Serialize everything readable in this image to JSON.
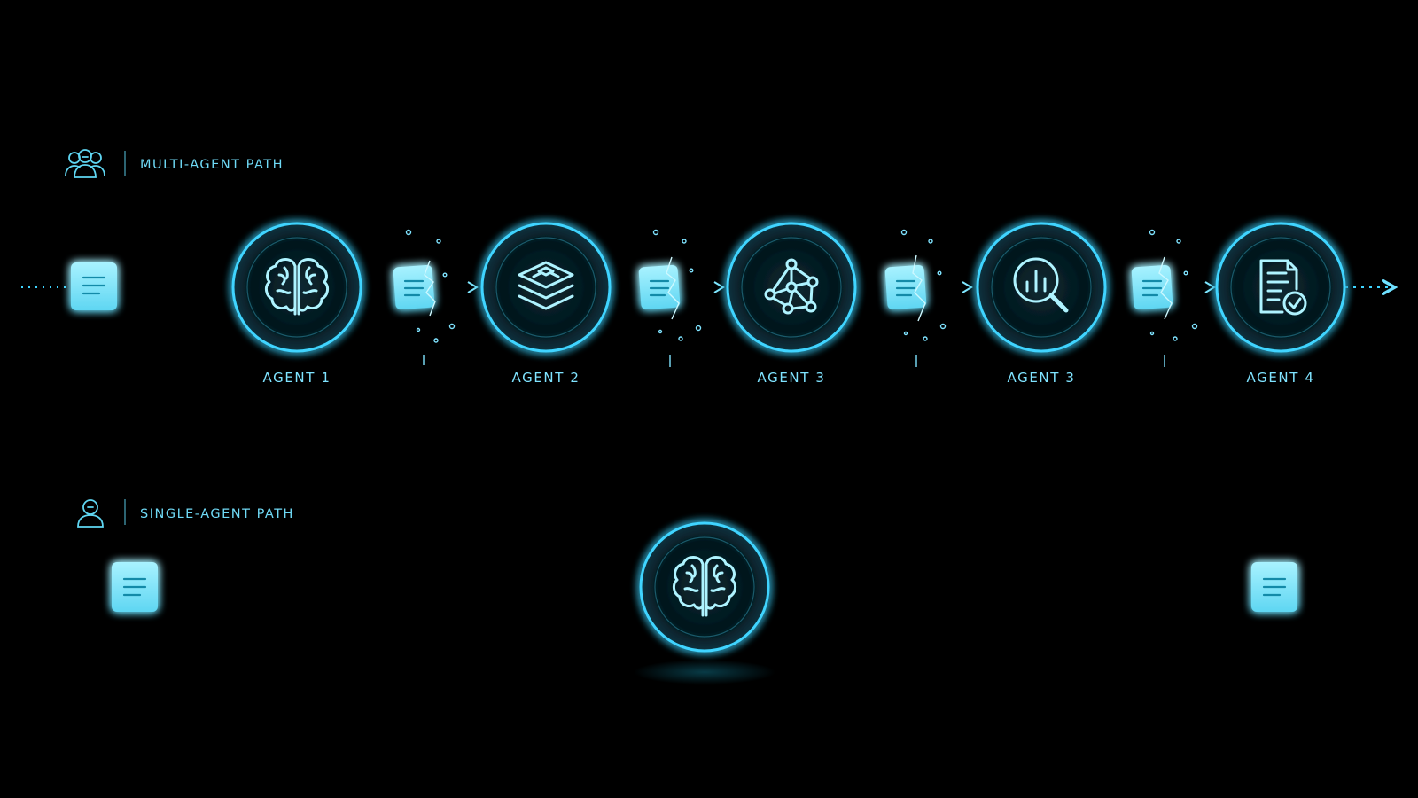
{
  "multi_agent": {
    "title": "MULTI-AGENT PATH",
    "header_icon": "users-icon",
    "agents": [
      {
        "label": "AGENT 1",
        "icon": "brain-icon"
      },
      {
        "label": "AGENT 2",
        "icon": "layers-icon"
      },
      {
        "label": "AGENT 3",
        "icon": "network-graph-icon"
      },
      {
        "label": "AGENT 3",
        "icon": "analytics-search-icon"
      },
      {
        "label": "AGENT 4",
        "icon": "document-check-icon"
      }
    ]
  },
  "single_agent": {
    "title": "SINGLE-AGENT PATH",
    "header_icon": "user-icon",
    "agent_icon": "brain-icon"
  },
  "colors": {
    "background": "#000000",
    "accent": "#3fd4ff",
    "label": "#7fe3ff",
    "document_fill": "#8eeaff"
  }
}
